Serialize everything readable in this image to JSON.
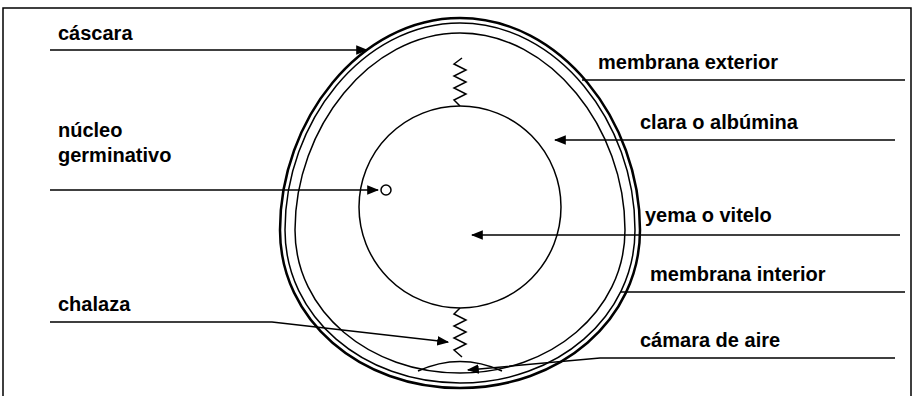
{
  "diagram": {
    "labels": [
      "cáscara",
      "membrana exterior",
      "clara o albúmina",
      "núcleo germinativo",
      "yema o vitelo",
      "membrana interior",
      "chalaza",
      "cámara de aire"
    ]
  }
}
